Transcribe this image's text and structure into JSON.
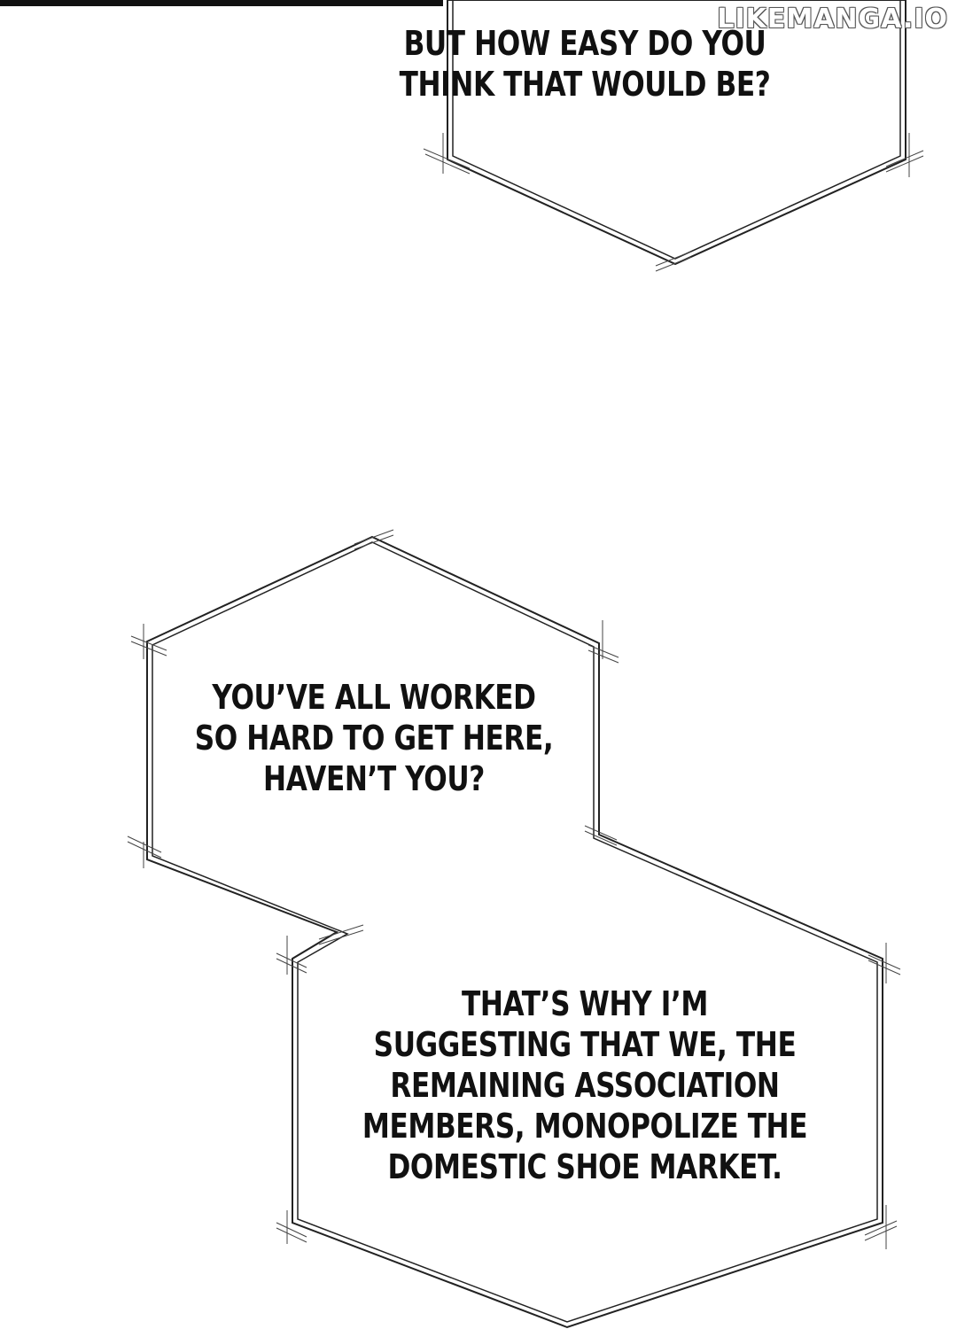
{
  "watermark": "LIKEMANGA.IO",
  "bubbles": [
    {
      "id": "bubble-1",
      "lines": [
        "BUT HOW EASY DO YOU",
        "THINK THAT WOULD BE?"
      ]
    },
    {
      "id": "bubble-2",
      "lines": [
        "YOU’VE ALL WORKED",
        "SO HARD TO GET HERE,",
        "HAVEN’T YOU?"
      ]
    },
    {
      "id": "bubble-3",
      "lines": [
        "THAT’S WHY I’M",
        "SUGGESTING THAT WE, THE",
        "REMAINING ASSOCIATION",
        "MEMBERS, MONOPOLIZE THE",
        "DOMESTIC SHOE MARKET."
      ]
    }
  ],
  "colors": {
    "background": "#ffffff",
    "ink": "#111111"
  }
}
